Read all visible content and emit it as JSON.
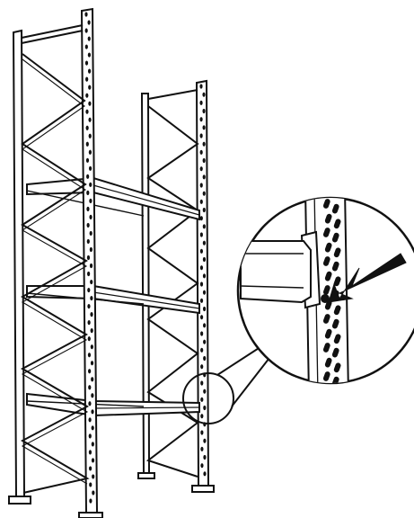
{
  "illustration": {
    "subject": "pallet-racking-assembly",
    "parts": {
      "front_frame": "upright-frame",
      "rear_frame": "upright-frame",
      "beams": [
        "top-beam",
        "middle-beam",
        "bottom-beam"
      ],
      "detail_callout": "beam-connector-detail"
    },
    "colors": {
      "ink": "#111111",
      "paper": "#ffffff",
      "hole_fill": "#ffffff"
    },
    "icons": {
      "pointer": "arrow-icon",
      "magnifier": "detail-circle"
    }
  }
}
